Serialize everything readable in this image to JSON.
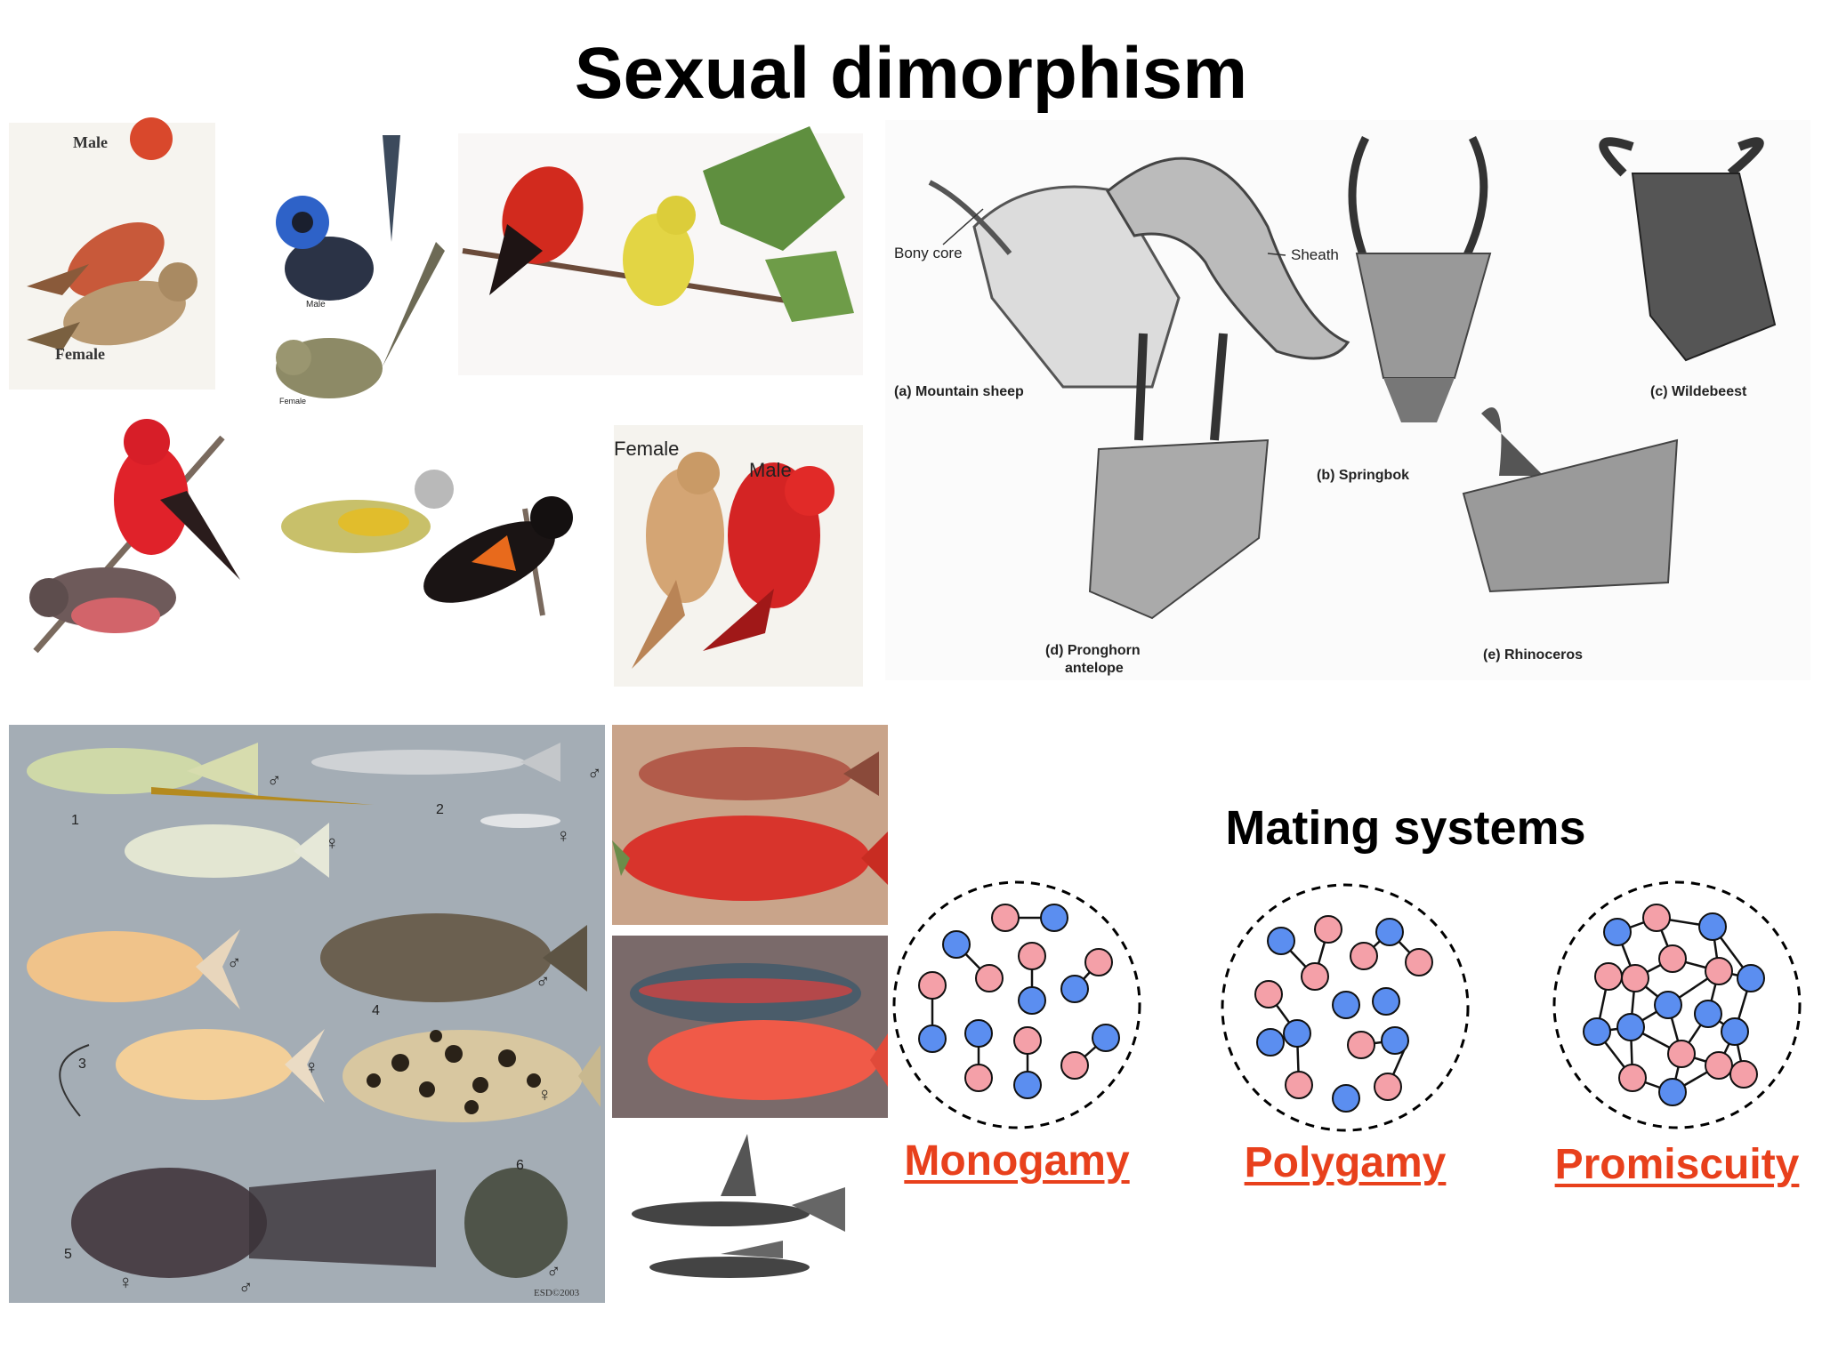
{
  "title": "Sexual dimorphism",
  "birds": {
    "finch_male": "Male",
    "finch_female": "Female",
    "wren_male": "Male",
    "wren_female": "Female",
    "cardinal_female": "Female",
    "cardinal_male": "Male"
  },
  "horns": {
    "bony_core": "Bony core",
    "sheath": "Sheath",
    "mountain_sheep": "(a) Mountain sheep",
    "springbok": "(b) Springbok",
    "wildebeest": "(c) Wildebeest",
    "pronghorn_line1": "(d) Pronghorn",
    "pronghorn_line2": "antelope",
    "rhinoceros": "(e) Rhinoceros"
  },
  "fish": {
    "numbers": [
      "1",
      "2",
      "3",
      "4",
      "5",
      "6"
    ],
    "male_symbol": "♂",
    "female_symbol": "♀",
    "copyright": "ESD©2003"
  },
  "mating": {
    "title": "Mating systems",
    "monogamy": "Monogamy",
    "polygamy": "Polygamy",
    "promiscuity": "Promiscuity"
  },
  "colors": {
    "male_node": "#5b8ef0",
    "female_node": "#f4a0a8",
    "label_accent": "#e8401c"
  }
}
